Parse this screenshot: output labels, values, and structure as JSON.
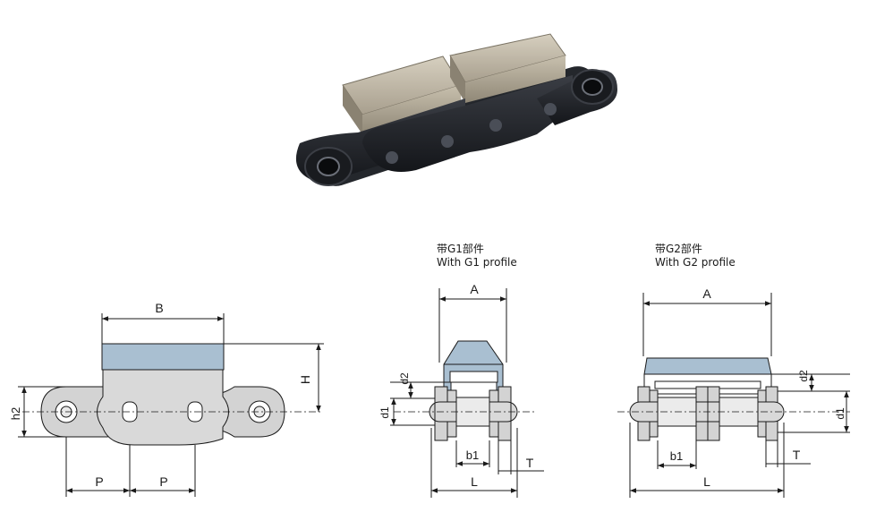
{
  "photo": {
    "description_icon": "chain-with-top-plates-photo"
  },
  "side_view": {
    "labels": {
      "B": "B",
      "H": "H",
      "h2": "h2",
      "P1": "P",
      "P2": "P"
    }
  },
  "g1_view": {
    "caption_cn": "带G1部件",
    "caption_en": "With G1 profile",
    "labels": {
      "A": "A",
      "d2": "d2",
      "d1": "d1",
      "b1": "b1",
      "T": "T",
      "L": "L"
    }
  },
  "g2_view": {
    "caption_cn": "带G2部件",
    "caption_en": "With G2 profile",
    "labels": {
      "A": "A",
      "d2": "d2",
      "d1": "d1",
      "b1": "b1",
      "T": "T",
      "L": "L"
    }
  },
  "colors": {
    "plate": "#a9bfd1",
    "link": "#d3d3d3",
    "outline": "#1a1a1a",
    "chain_photo": "#1e2024",
    "photo_plate": "#b8b0a0"
  }
}
